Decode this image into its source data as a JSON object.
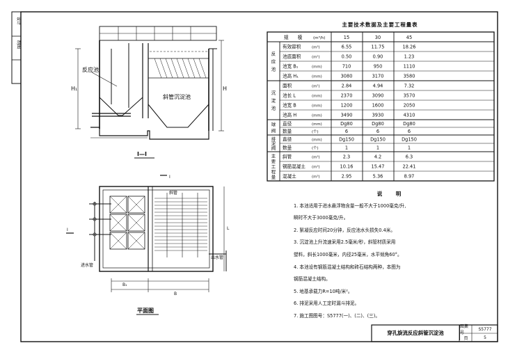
{
  "table": {
    "title": "主要技术数据及主要工程量表",
    "header": {
      "label": "规　　模",
      "unit": "(m³/h)",
      "values": [
        "15",
        "30",
        "45"
      ]
    },
    "groups": [
      {
        "name": "反应池",
        "rows": [
          {
            "label": "有效容积",
            "unit": "(m³)",
            "values": [
              "6.55",
              "11.75",
              "18.26"
            ]
          },
          {
            "label": "池底面积",
            "unit": "(m²)",
            "values": [
              "0.50",
              "0.90",
              "1.23"
            ]
          },
          {
            "label": "池宽 B₁",
            "unit": "(mm)",
            "values": [
              "710",
              "950",
              "1110"
            ]
          },
          {
            "label": "池高 H₁",
            "unit": "(mm)",
            "values": [
              "3080",
              "3170",
              "3580"
            ]
          }
        ]
      },
      {
        "name": "沉淀池",
        "rows": [
          {
            "label": "面积",
            "unit": "(m²)",
            "values": [
              "2.84",
              "4.94",
              "7.32"
            ]
          },
          {
            "label": "池长 L",
            "unit": "(mm)",
            "values": [
              "2370",
              "3090",
              "3570"
            ]
          },
          {
            "label": "池宽 B",
            "unit": "(mm)",
            "values": [
              "1200",
              "1600",
              "2050"
            ]
          },
          {
            "label": "池高 H",
            "unit": "(mm)",
            "values": [
              "3490",
              "3930",
              "4310"
            ]
          }
        ]
      },
      {
        "name": "球阀",
        "rows": [
          {
            "label": "直径",
            "unit": "(mm)",
            "values": [
              "Dg80",
              "Dg80",
              "Dg80"
            ]
          },
          {
            "label": "数量",
            "unit": "(个)",
            "values": [
              "6",
              "6",
              "6"
            ]
          }
        ]
      },
      {
        "name": "排泥阀",
        "rows": [
          {
            "label": "直径",
            "unit": "(mm)",
            "values": [
              "Dg150",
              "Dg150",
              "Dg150"
            ]
          },
          {
            "label": "数量",
            "unit": "(个)",
            "values": [
              "1",
              "1",
              "1"
            ]
          }
        ]
      },
      {
        "name": "主要工程量",
        "rows": [
          {
            "label": "斜管",
            "unit": "(m³)",
            "values": [
              "2.3",
              "4.2",
              "6.3"
            ]
          },
          {
            "label": "钢筋混凝土",
            "unit": "(m³)",
            "values": [
              "10.16",
              "15.47",
              "22.41"
            ]
          },
          {
            "label": "混凝土",
            "unit": "(m³)",
            "values": [
              "2.95",
              "5.36",
              "8.97"
            ]
          }
        ]
      }
    ]
  },
  "notes": {
    "title": "说　明",
    "items": [
      "1. 本池适用于进水悬浮物含量一般不大于1000毫克/升,",
      "   瞬时不大于3000毫克/升。",
      "2. 絮凝反应时间20分钟，反应池水头损失0.4米。",
      "3. 沉淀池上升流速采用2.5毫米/秒，斜管材质采用",
      "   塑料，斜长1000毫米，内径25毫米，水平倾角60°。",
      "4. 本池设有钢筋混凝土结构和砖石结构两种，本图为",
      "   钢筋混凝土结构。",
      "5. 地基承载力R=10吨/米²。",
      "6. 排泥采用人工定时漏斗排泥。",
      "7. 施工图图号：S5777(一)、(二)、(三)。"
    ]
  },
  "drawing": {
    "section_label_reaction": "反应池",
    "section_label_settling": "斜管沉淀池",
    "section_title": "Ⅰ—Ⅰ",
    "plan_title": "平面图",
    "plan_label_tubes": "斜管",
    "plan_label_inlet": "进水管",
    "plan_label_outlet": "出水管",
    "dim_H": "H",
    "dim_H1": "H₁",
    "dim_B": "B",
    "dim_B1": "B₁",
    "dim_L": "L",
    "mark_I": "I"
  },
  "title_block": {
    "name": "穿孔旋流反应斜管沉淀池",
    "code_label": "图集号",
    "code_value": "S5777",
    "page_label": "页",
    "page_value": "5"
  },
  "side_strip": [
    "设计",
    "制图"
  ]
}
